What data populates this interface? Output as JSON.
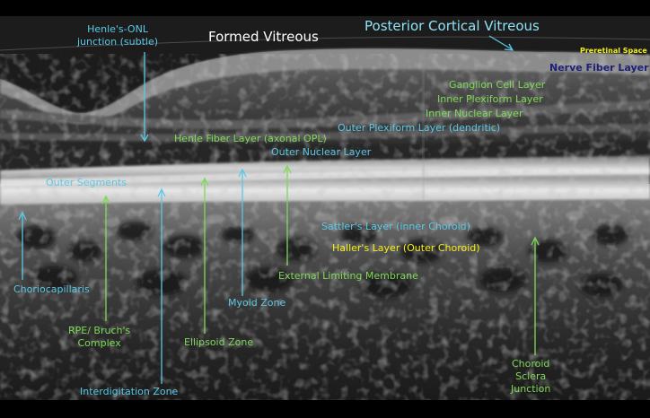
{
  "colors": {
    "green": "#7ed957",
    "cyan": "#5cc8e6",
    "white": "#ffffff",
    "yellow": "#f4f01a",
    "navy": "#1b1f7a",
    "sky": "#8fe3f5"
  },
  "labels": {
    "henle_onl": [
      "Henle's-ONL",
      "junction (subtle)"
    ],
    "formed_vitreous": "Formed Vitreous",
    "posterior_cortical_vitreous": "Posterior Cortical Vitreous",
    "preretinal_space": "Preretinal Space",
    "nerve_fiber_layer": "Nerve Fiber Layer",
    "ganglion_cell_layer": "Ganglion Cell Layer",
    "inner_plexiform_layer": "Inner Plexiform Layer",
    "inner_nuclear_layer": "Inner Nuclear Layer",
    "outer_plexiform_layer": "Outer Plexiform Layer (dendritic)",
    "henle_fiber_layer": "Henle Fiber Layer  (axonal OPL)",
    "outer_nuclear_layer": "Outer Nuclear Layer",
    "outer_segments": "Outer Segments",
    "sattlers_layer": "Sattler's Layer (inner Choroid)",
    "hallers_layer": "Haller's Layer (Outer Choroid)",
    "external_limiting_membrane": "External Limiting Membrane",
    "choriocapillaris": "Choriocapillaris",
    "myoid_zone": "Myoid Zone",
    "rpe_bruchs": [
      "RPE/ Bruch's",
      "Complex"
    ],
    "ellipsoid_zone": "Ellipsoid Zone",
    "choroid_sclera": [
      "Choroid",
      "Sclera",
      "Junction"
    ],
    "interdigitation_zone": "Interdigitation Zone"
  }
}
